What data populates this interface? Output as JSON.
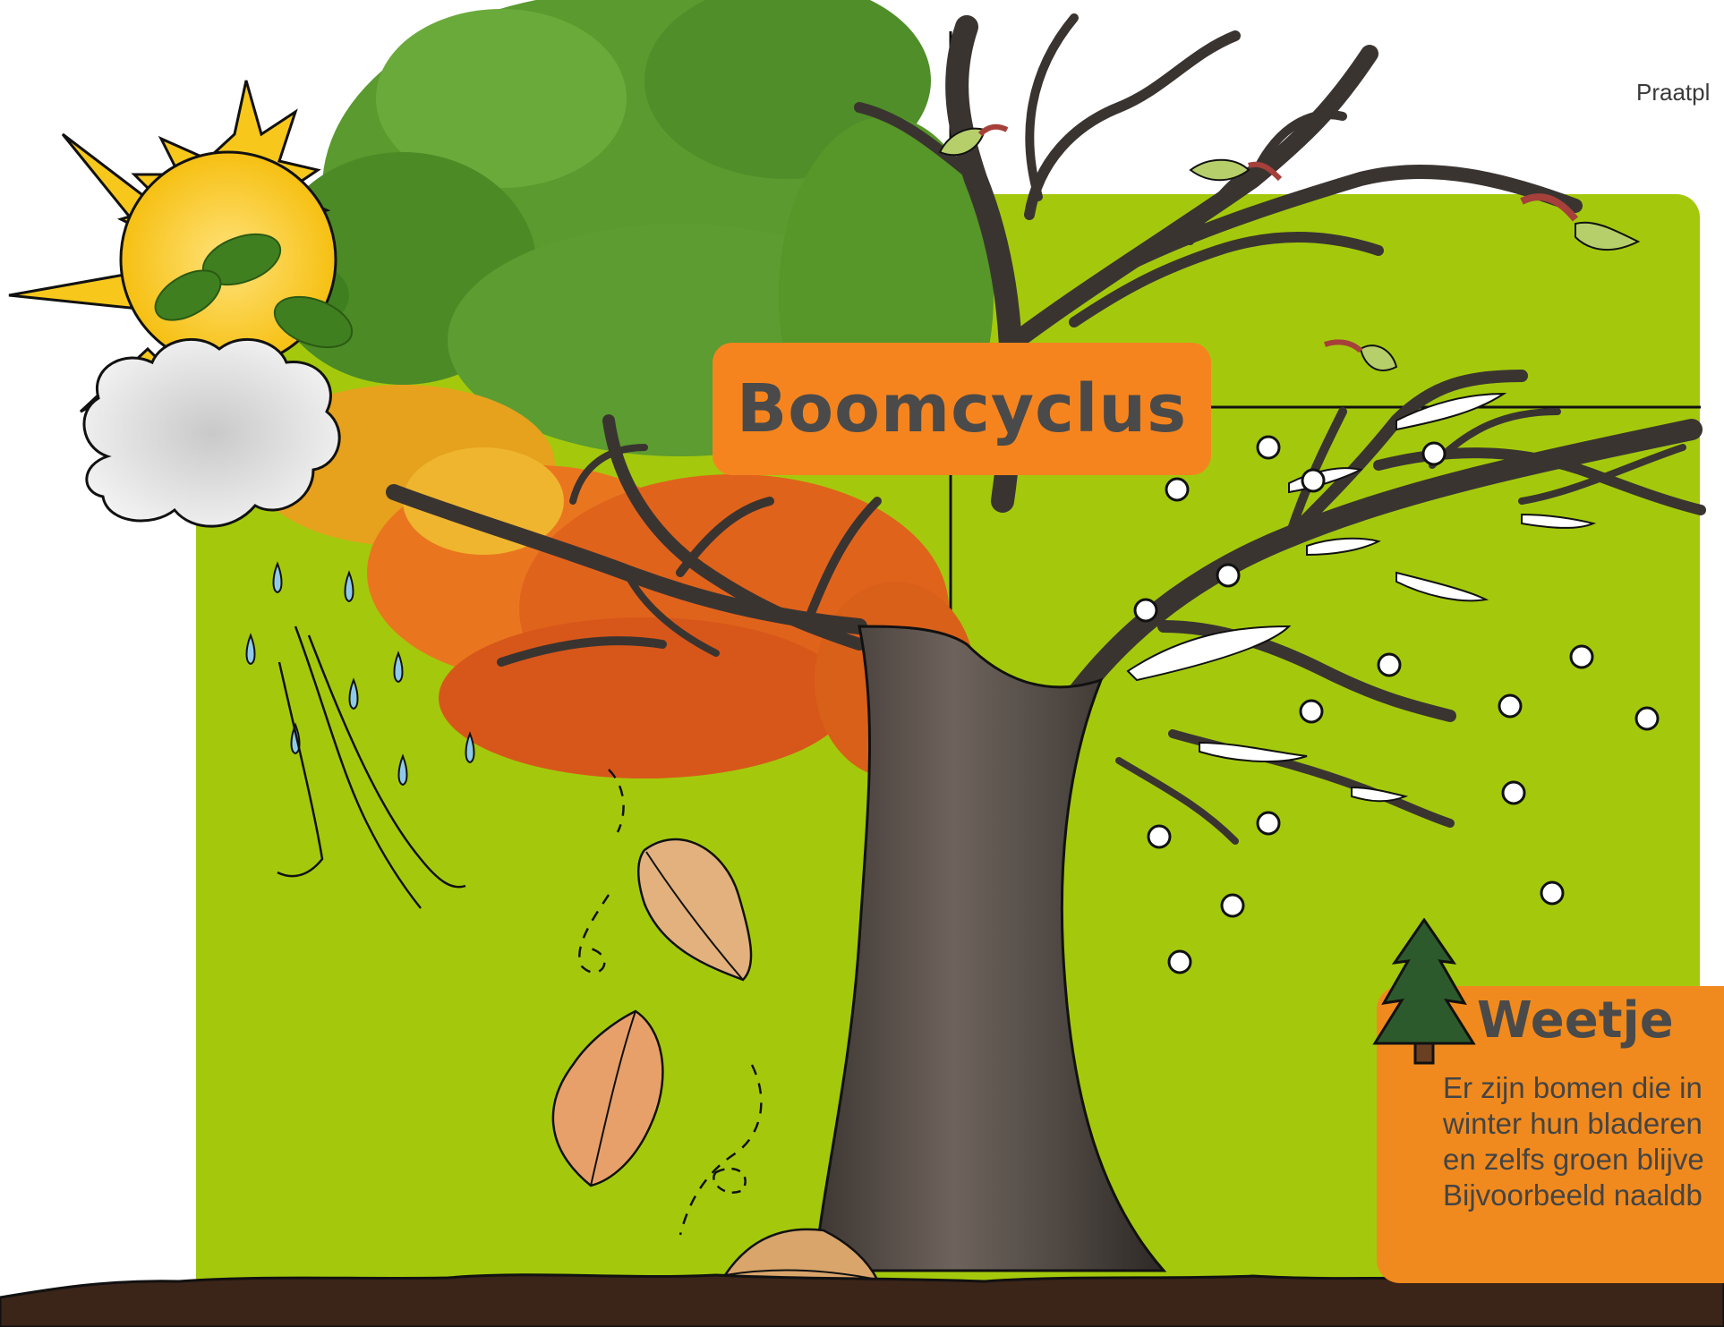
{
  "header": {
    "label": "Praatpl"
  },
  "title": "Boomcyclus",
  "fact": {
    "heading": "Weetje",
    "lines": [
      "Er zijn bomen die in",
      "winter hun bladeren",
      "en zelfs groen blijve",
      "Bijvoorbeeld naaldb"
    ]
  },
  "colors": {
    "background_panel": "#a4c90c",
    "title_box": "#f5841f",
    "fact_box": "#f08a1e",
    "summer_foliage": "#5a9a2e",
    "autumn_foliage": "#e0631c",
    "soil": "#3b2418",
    "sun": "#f7c81b",
    "rain": "#7ec3e6"
  },
  "icons": [
    "sun-icon",
    "cloud-icon",
    "raindrop-icon",
    "wind-icon",
    "falling-leaf-icon",
    "snowflake-icon",
    "fir-tree-icon",
    "bud-icon"
  ]
}
